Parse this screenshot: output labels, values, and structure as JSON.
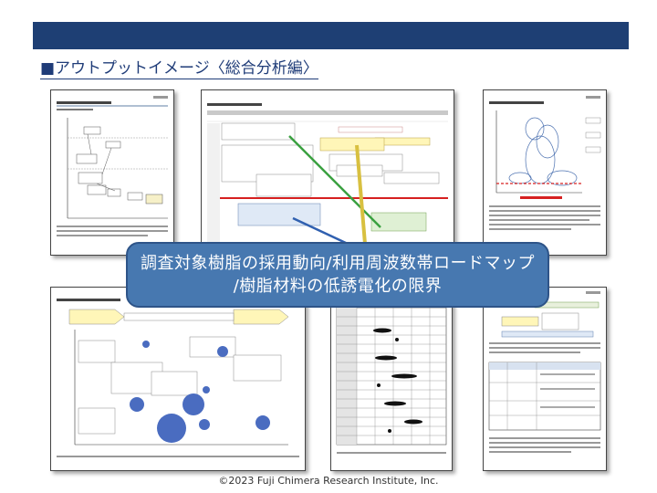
{
  "header": {
    "title": "■アウトプットイメージ〈総合分析編〉"
  },
  "banner": {
    "line1": "調査対象樹脂の採用動向/利用周波数帯ロードマップ",
    "line2": "/樹脂材料の低誘電化の限界"
  },
  "footer": {
    "copyright": "©2023 Fuji Chimera Research Institute, Inc."
  },
  "colors": {
    "header_bar": "#1e3f74",
    "banner_fill": "#4778b0",
    "title_text": "#1f3c78"
  }
}
